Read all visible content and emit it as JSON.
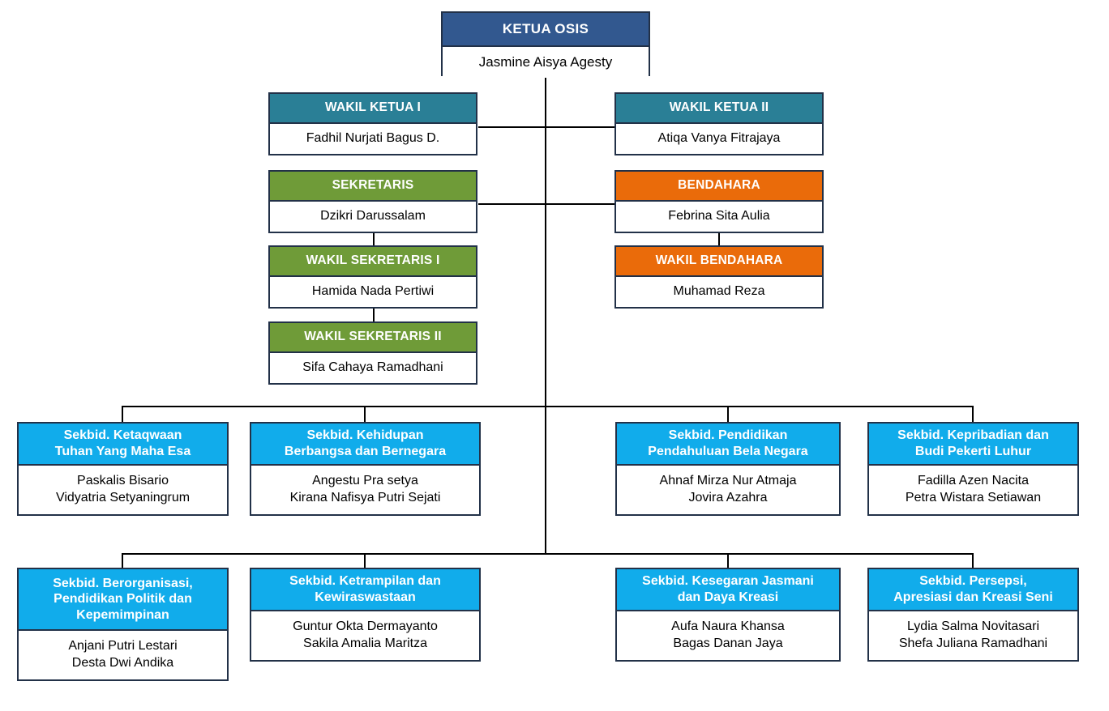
{
  "chart": {
    "kind": "organization-chart",
    "colors": {
      "ketua": "#32588f",
      "wakil_ketua": "#2a7f96",
      "sekretaris": "#6f9b38",
      "bendahara": "#ea6b0a",
      "sekbid": "#11aceb",
      "border": "#223148",
      "connector": "#000000",
      "body_background": "#ffffff",
      "title_text": "#ffffff",
      "name_text": "#000000"
    },
    "nodes": {
      "ketua_osis": {
        "title": "KETUA OSIS",
        "names": [
          "Jasmine Aisya Agesty"
        ]
      },
      "wakil_ketua_1": {
        "title": "WAKIL KETUA I",
        "names": [
          "Fadhil Nurjati Bagus D."
        ]
      },
      "wakil_ketua_2": {
        "title": "WAKIL KETUA II",
        "names": [
          "Atiqa Vanya Fitrajaya"
        ]
      },
      "sekretaris": {
        "title": "SEKRETARIS",
        "names": [
          "Dzikri Darussalam"
        ]
      },
      "bendahara": {
        "title": "BENDAHARA",
        "names": [
          "Febrina Sita Aulia"
        ]
      },
      "wakil_sekretaris_1": {
        "title": "WAKIL SEKRETARIS I",
        "names": [
          "Hamida Nada Pertiwi"
        ]
      },
      "wakil_bendahara": {
        "title": "WAKIL BENDAHARA",
        "names": [
          "Muhamad Reza"
        ]
      },
      "wakil_sekretaris_2": {
        "title": "WAKIL SEKRETARIS II",
        "names": [
          "Sifa Cahaya Ramadhani"
        ]
      },
      "sekbid_ketaqwaan": {
        "title_line1": "Sekbid. Ketaqwaan",
        "title_line2": "Tuhan Yang Maha Esa",
        "name1": "Paskalis Bisario",
        "name2": "Vidyatria Setyaningrum"
      },
      "sekbid_kehidupan_berbangsa": {
        "title_line1": "Sekbid. Kehidupan",
        "title_line2": "Berbangsa dan Bernegara",
        "name1": "Angestu Pra setya",
        "name2": "Kirana Nafisya Putri Sejati"
      },
      "sekbid_pendidikan_bela_negara": {
        "title_line1": "Sekbid. Pendidikan",
        "title_line2": "Pendahuluan Bela Negara",
        "name1": "Ahnaf Mirza Nur Atmaja",
        "name2": "Jovira Azahra"
      },
      "sekbid_kepribadian": {
        "title_line1": "Sekbid. Kepribadian dan",
        "title_line2": "Budi Pekerti Luhur",
        "name1": "Fadilla Azen Nacita",
        "name2": "Petra Wistara Setiawan"
      },
      "sekbid_berorganisasi": {
        "title_line1": "Sekbid. Berorganisasi,",
        "title_line2": "Pendidikan Politik dan",
        "title_line3": "Kepemimpinan",
        "name1": "Anjani Putri Lestari",
        "name2": "Desta Dwi Andika"
      },
      "sekbid_ketrampilan": {
        "title_line1": "Sekbid. Ketrampilan dan",
        "title_line2": "Kewiraswastaan",
        "name1": "Guntur Okta Dermayanto",
        "name2": "Sakila Amalia Maritza"
      },
      "sekbid_kesegaran_jasmani": {
        "title_line1": "Sekbid. Kesegaran Jasmani",
        "title_line2": "dan Daya Kreasi",
        "name1": "Aufa Naura Khansa",
        "name2": "Bagas Danan Jaya"
      },
      "sekbid_persepsi_seni": {
        "title_line1": "Sekbid. Persepsi,",
        "title_line2": "Apresiasi dan Kreasi Seni",
        "name1": "Lydia Salma Novitasari",
        "name2": "Shefa Juliana Ramadhani"
      }
    }
  }
}
